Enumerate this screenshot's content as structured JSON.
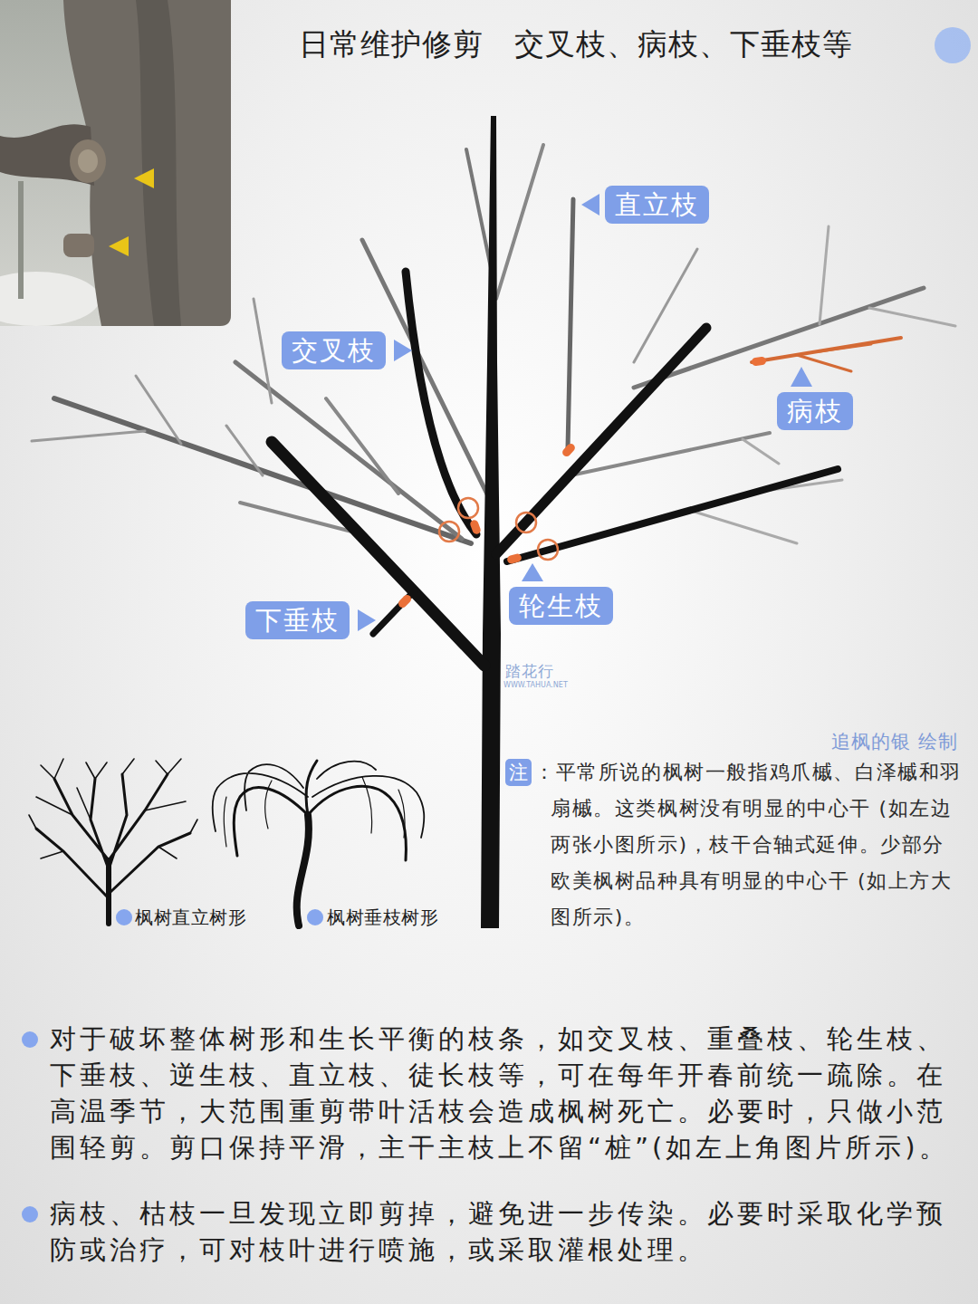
{
  "diagram": {
    "title": "日常维护修剪　交叉枝、病枝、下垂枝等",
    "nodes": [
      {
        "text": [
          "直立枝"
        ]
      },
      {
        "text": [
          "交叉枝"
        ]
      },
      {
        "text": [
          "病枝"
        ]
      },
      {
        "text": [
          "轮生枝"
        ]
      },
      {
        "text": [
          "下垂枝"
        ]
      },
      {
        "text": [
          "注"
        ]
      }
    ],
    "labels": [
      "追枫的银 绘制",
      "：平常所说的枫树一般指鸡爪槭、白泽槭和羽扇槭。这类枫树没有明显的中心干 (如左边两张小图所示)，枝干合轴式延伸。少部分欧美枫树品种具有明显的中心干 (如上方大图所示)。",
      "踏花行",
      "WWW.TAHUA.NET",
      "枫树直立树形",
      "枫树垂枝树形",
      "对于破坏整体树形和生长平衡的枝条，如交叉枝、重叠枝、轮生枝、下垂枝、逆生枝、直立枝、徒长枝等，可在每年开春前统一疏除。在高温季节，大范围重剪带叶活枝会造成枫树死亡。必要时，只做小范围轻剪。剪口保持平滑，主干主枝上不留“桩”(如左上角图片所示)。",
      "病枝、枯枝一旦发现立即剪掉，避免进一步传染。必要时采取化学预防或治疗，可对枝叶进行喷施，或采取灌根处理。"
    ]
  }
}
